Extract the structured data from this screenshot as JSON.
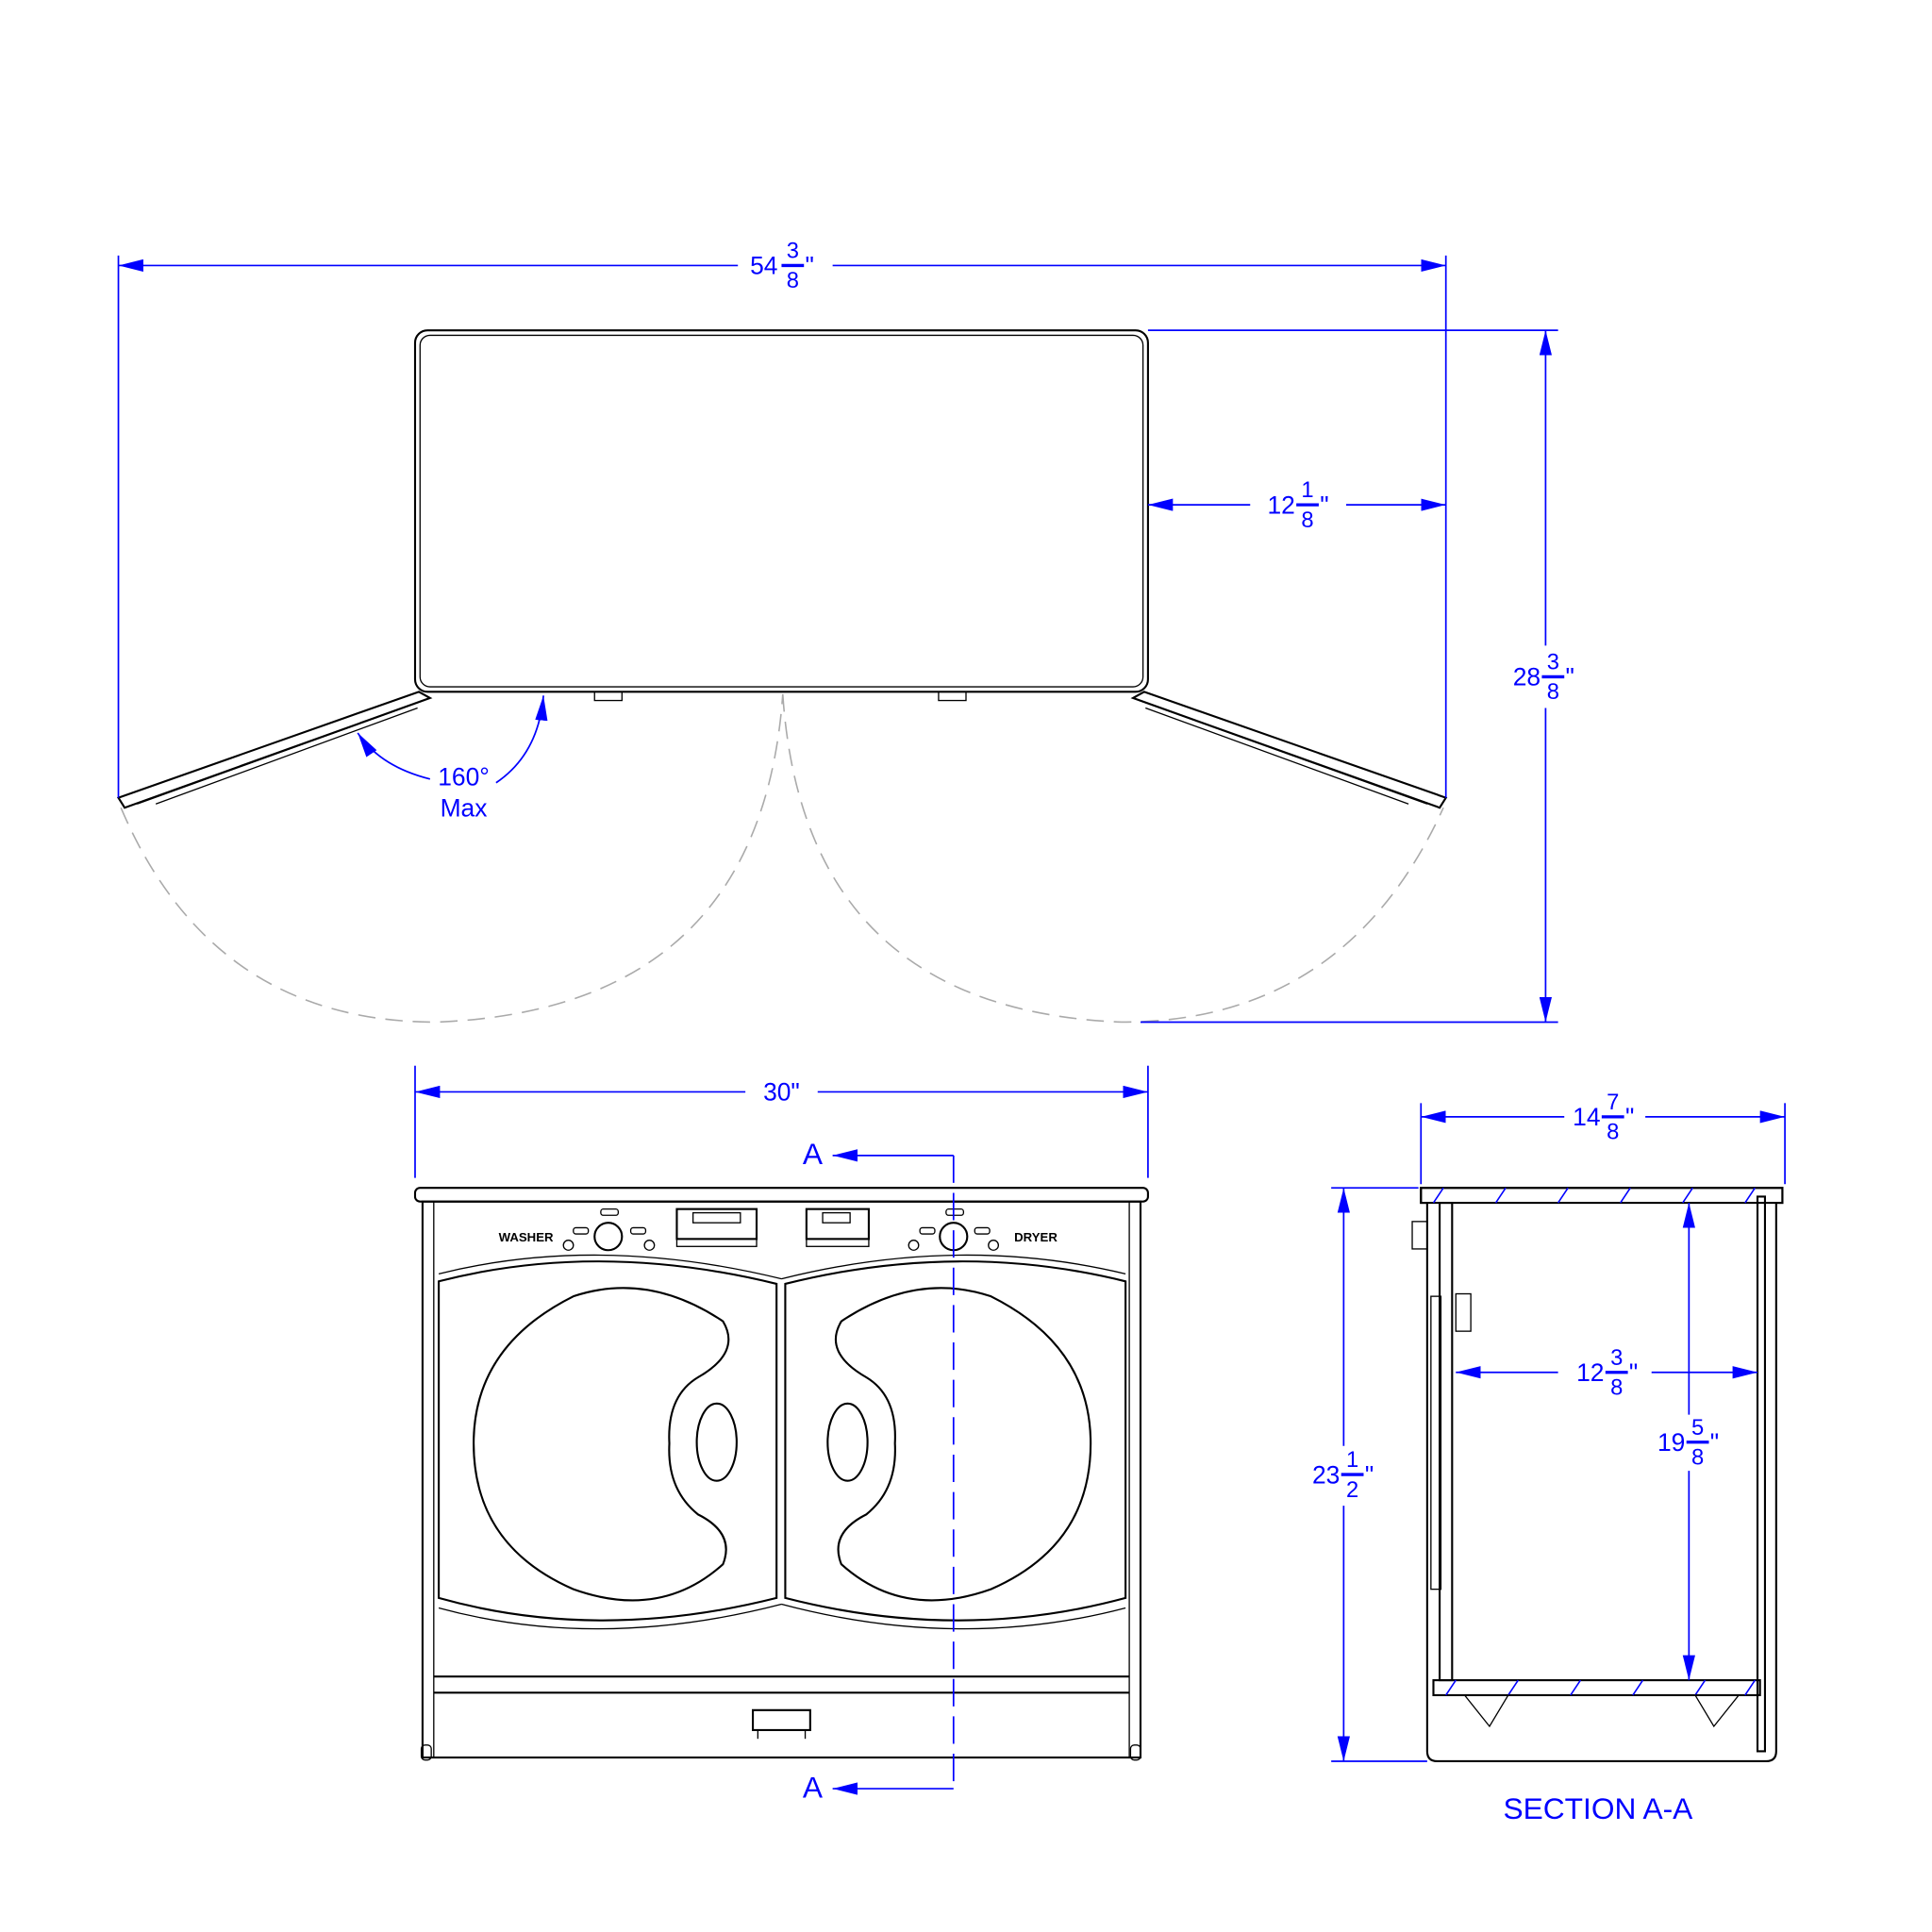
{
  "colors": {
    "dimension": "#0000ff",
    "object": "#000000",
    "swing": "#aaaaaa"
  },
  "plan_view": {
    "overall_width": {
      "whole": "54",
      "num": "3",
      "den": "8",
      "unit": "\""
    },
    "side_clearance": {
      "whole": "12",
      "num": "1",
      "den": "8",
      "unit": "\""
    },
    "overall_depth": {
      "whole": "28",
      "num": "3",
      "den": "8",
      "unit": "\""
    },
    "door_angle": {
      "value": "160°",
      "note": "Max"
    }
  },
  "front_view": {
    "width": "30\"",
    "section_marker": "A",
    "labels": {
      "left": "WASHER",
      "right": "DRYER"
    }
  },
  "section_view": {
    "title": "SECTION A-A",
    "depth": {
      "whole": "14",
      "num": "7",
      "den": "8",
      "unit": "\""
    },
    "height": {
      "whole": "23",
      "num": "1",
      "den": "2",
      "unit": "\""
    },
    "inner_depth": {
      "whole": "12",
      "num": "3",
      "den": "8",
      "unit": "\""
    },
    "inner_height": {
      "whole": "19",
      "num": "5",
      "den": "8",
      "unit": "\""
    }
  }
}
